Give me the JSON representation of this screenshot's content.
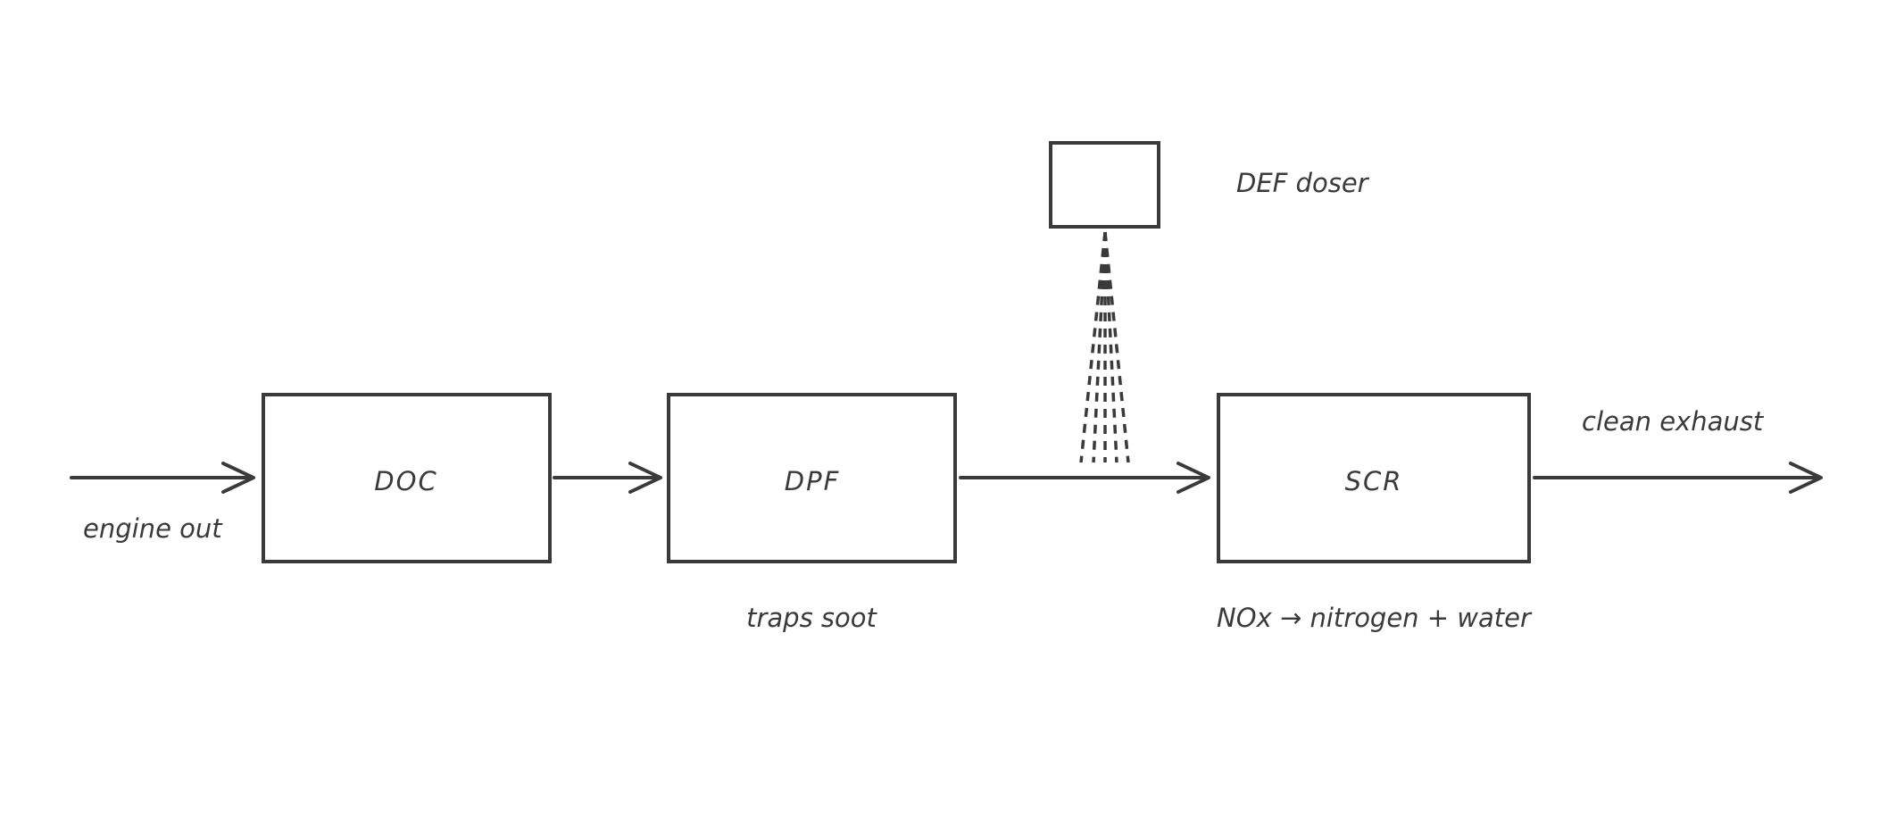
{
  "blocks": {
    "doc": "DOC",
    "dpf": "DPF",
    "scr": "SCR",
    "doser": ""
  },
  "labels": {
    "engine_out": "engine out",
    "traps_soot": "traps soot",
    "nox": "NOx → nitrogen + water",
    "def_doser": "DEF doser",
    "clean_exhaust": "clean exhaust"
  },
  "colors": {
    "stroke": "#3a3a3a",
    "background": "#ffffff"
  }
}
